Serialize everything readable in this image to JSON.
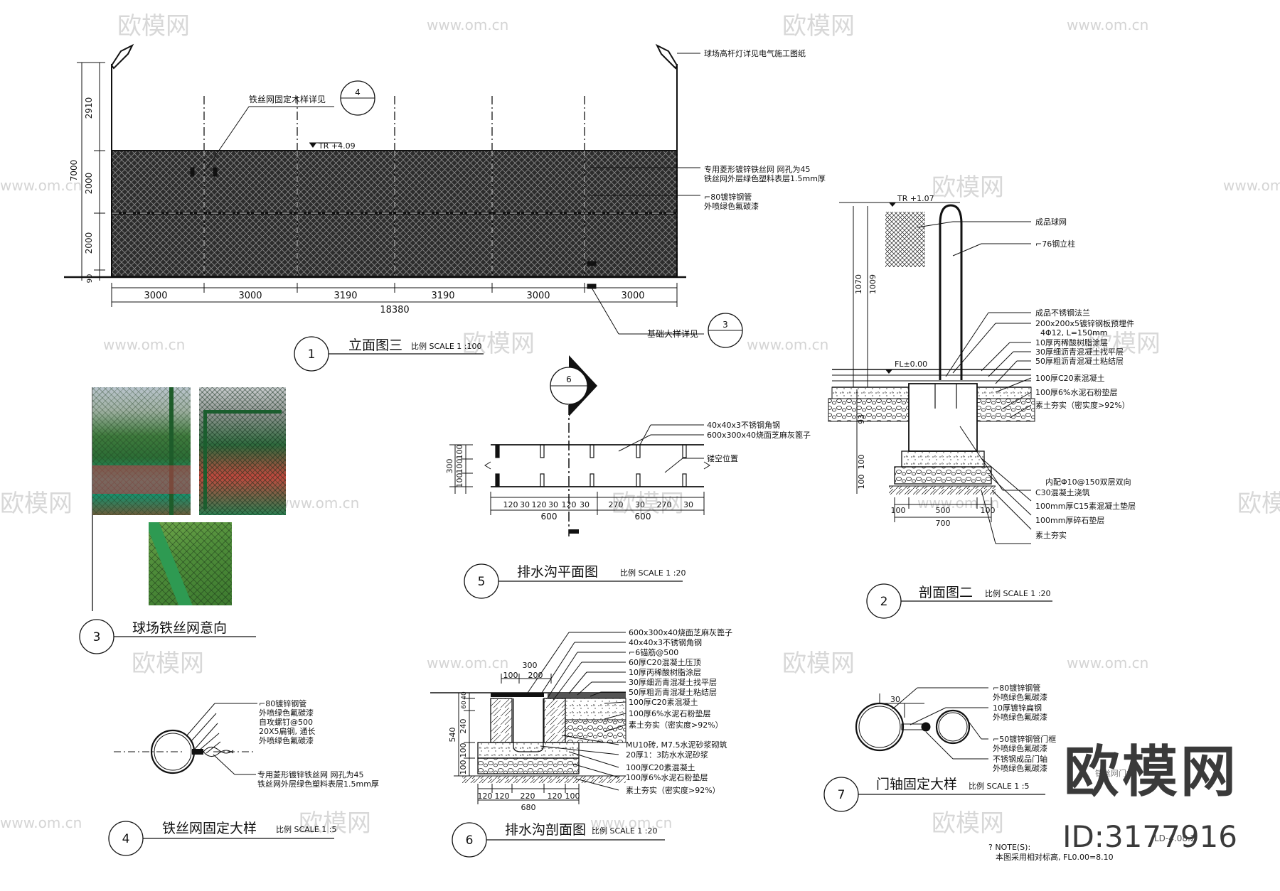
{
  "watermark": {
    "logo": "欧模网",
    "url": "www.om.cn",
    "url_short": "om.cn"
  },
  "brand": {
    "name": "欧模网",
    "id": "ID:3177916"
  },
  "views": {
    "v1": {
      "num": "1",
      "title": "立面图三",
      "scale": "比例 SCALE 1 :100"
    },
    "v2": {
      "num": "2",
      "title": "剖面图二",
      "scale": "比例 SCALE 1 :20"
    },
    "v3": {
      "num": "3",
      "title": "球场铁丝网意向"
    },
    "v4": {
      "num": "4",
      "title": "铁丝网固定大样",
      "scale": "比例 SCALE 1 :5"
    },
    "v5": {
      "num": "5",
      "title": "排水沟平面图",
      "scale": "比例 SCALE 1 :20"
    },
    "v6": {
      "num": "6",
      "title": "排水沟剖面图",
      "scale": "比例 SCALE 1 :20"
    },
    "v7": {
      "num": "7",
      "title": "门轴固定大样",
      "scale": "比例 SCALE 1 :5"
    }
  },
  "elevation": {
    "dims_h": [
      "3000",
      "3000",
      "3190",
      "3190",
      "3000",
      "3000"
    ],
    "total": "18380",
    "dims_v": [
      "2910",
      "2000",
      "2000",
      "90"
    ],
    "dim_v_total": "7000",
    "level": "TR +4.09",
    "notes": {
      "lamp": "球场高杆灯详见电气施工图纸",
      "fix": "铁丝网固定木样详见",
      "fix_ref": "4",
      "mesh1": "专用菱形镀锌铁丝网 网孔为45",
      "mesh2": "铁丝网外层绿色塑料表层1.5mm厚",
      "pipe1": "⌐80镀锌钢管",
      "pipe2": "外喷绿色氟碳漆",
      "found": "基础大样详见",
      "found_ref": "3"
    }
  },
  "section2": {
    "level_top": "TR +1.07",
    "level_ground": "FL±0.00",
    "dims_v": [
      "1070",
      "1009",
      "93",
      "100",
      "100"
    ],
    "dims_h": [
      "100",
      "500",
      "100"
    ],
    "total": "700",
    "notes": [
      "成品球网",
      "⌐76钢立柱",
      "成品不锈钢法兰",
      "200x200x5镀锌钢板预埋件",
      "4Φ12, L=150mm",
      "10厚丙稀酸树脂涂层",
      "30厚细沥青混凝土找平层",
      "50厚粗沥青混凝土粘结层",
      "100厚C20素混凝土",
      "100厚6%水泥石粉垫层",
      "素土夯实（密实度>92%）",
      "内配Φ10@150双层双向",
      "C30混凝土浇筑",
      "100mm厚C15素混凝土垫层",
      "100mm厚碎石垫层",
      "素土夯实"
    ]
  },
  "plan5": {
    "ref": "6",
    "dims_v": [
      "100",
      "100",
      "100"
    ],
    "dim_v_total": "300",
    "dims_h": [
      "120",
      "30",
      "120",
      "30",
      "120",
      "30",
      "270",
      "30",
      "270",
      "30"
    ],
    "totals": [
      "600",
      "600"
    ],
    "notes": [
      "40x40x3不锈钢角钢",
      "600x300x40烧面芝麻灰篦子",
      "镂空位置"
    ]
  },
  "section6": {
    "dims_top": [
      "300",
      "100",
      "200"
    ],
    "dims_v": [
      "40",
      "60",
      "240",
      "100",
      "100"
    ],
    "dim_v_total": "540",
    "dims_h": [
      "120",
      "120",
      "220",
      "120",
      "100"
    ],
    "total": "680",
    "notes": [
      "600x300x40烧面芝麻灰篦子",
      "40x40x3不锈钢角钢",
      "⌐6锚筋@500",
      "60厚C20混凝土压顶",
      "10厚丙稀酸树脂涂层",
      "30厚细沥青混凝土找平层",
      "50厚粗沥青混凝土粘结层",
      "100厚C20素混凝土",
      "100厚6%水泥石粉垫层",
      "素土夯实（密实度>92%）",
      "MU10砖, M7.5水泥砂浆砌筑",
      "20厚1：3防水水泥砂浆",
      "100厚C20素混凝土",
      "100厚6%水泥石粉垫层",
      "素土夯实（密实度>92%）"
    ]
  },
  "detail4": {
    "notes": [
      "⌐80镀锌钢管",
      "外喷绿色氟碳漆",
      "自攻螺钉@500",
      "20X5扁钢, 通长",
      "外喷绿色氟碳漆",
      "专用菱形镀锌铁丝网 网孔为45",
      "铁丝网外层绿色塑料表层1.5mm厚"
    ]
  },
  "detail7": {
    "dim": "30",
    "notes": [
      "⌐80镀锌钢管",
      "外喷绿色氟碳漆",
      "10厚镀锌扁钢",
      "外喷绿色氟碳漆",
      "⌐50镀锌钢管门框",
      "外喷绿色氟碳漆",
      "不锈钢成品门轴",
      "外喷绿色氟碳漆"
    ],
    "right_frag": "铁丝网门样"
  },
  "footer": {
    "code": "LD-4.08.2",
    "note_title": "? NOTE(S):",
    "note": "本图采用相对标高, FL0.00=8.10"
  }
}
